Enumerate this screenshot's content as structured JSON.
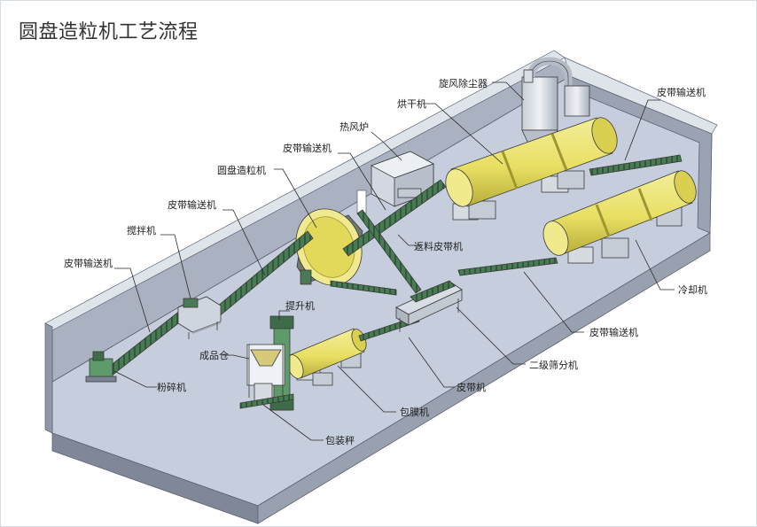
{
  "title": "圆盘造粒机工艺流程",
  "labels": {
    "cyclone": "旋风除尘器",
    "dryer": "烘干机",
    "belt_top_right": "皮带输送机",
    "hot_stove": "热风炉",
    "belt_mid": "皮带输送机",
    "disc": "圆盘造粒机",
    "belt_left_mid": "皮带输送机",
    "mixer": "搅拌机",
    "belt_left": "皮带输送机",
    "return_belt": "返料皮带机",
    "elevator": "提升机",
    "product_bin": "成品仓",
    "cooler": "冷却机",
    "belt_lower_right": "皮带输送机",
    "screener": "二级筛分机",
    "crusher": "粉碎机",
    "belt_short": "皮带机",
    "coater": "包膜机",
    "packer": "包装秤"
  },
  "colors": {
    "machine_yellow": "#e8df63",
    "conveyor_green": "#4a7a54",
    "floor": "#c6cede",
    "wall": "#8f97a8"
  }
}
